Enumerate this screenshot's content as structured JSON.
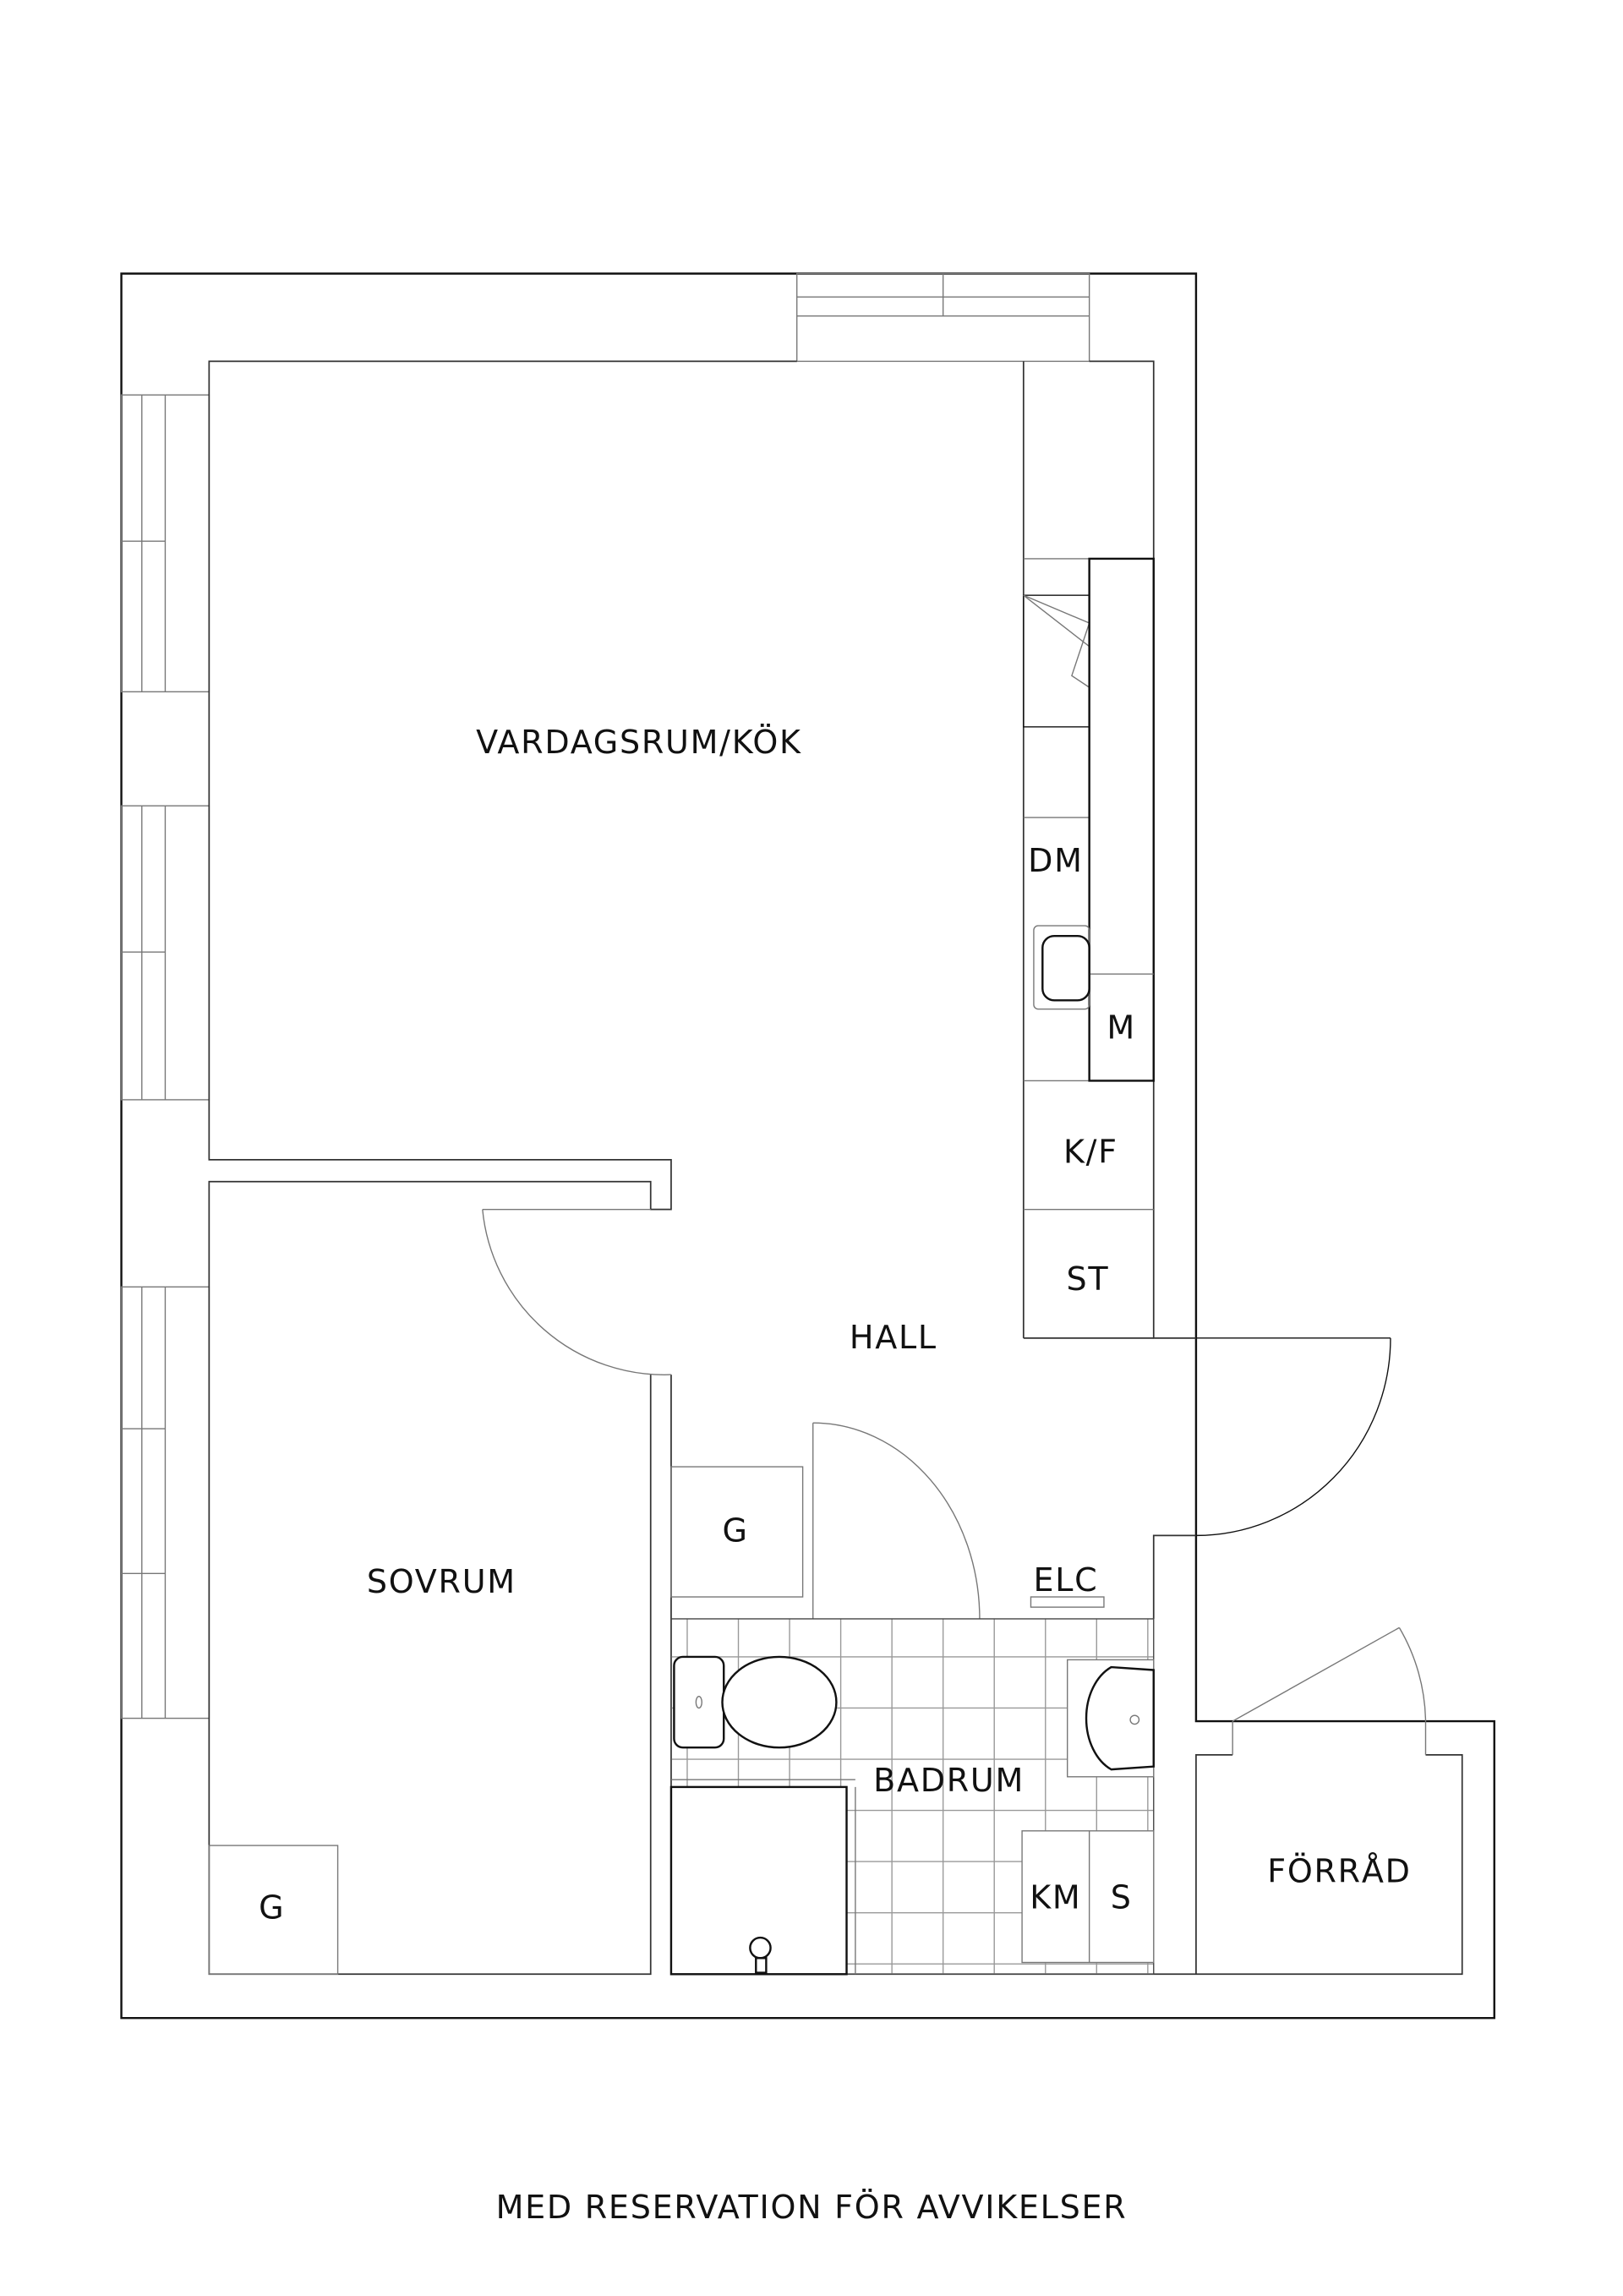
{
  "rooms": {
    "living_kitchen": "VARDAGSRUM/KÖK",
    "hall": "HALL",
    "bedroom": "SOVRUM",
    "bathroom": "BADRUM",
    "storage": "FÖRRÅD"
  },
  "fixtures": {
    "dishwasher": "DM",
    "microwave": "M",
    "fridge_freezer": "K/F",
    "closet": "ST",
    "wardrobe_hall": "G",
    "wardrobe_bedroom": "G",
    "electrical": "ELC",
    "washing_machine": "KM",
    "dryer_cabinet": "S"
  },
  "footer": "MED RESERVATION FÖR AVVIKELSER"
}
